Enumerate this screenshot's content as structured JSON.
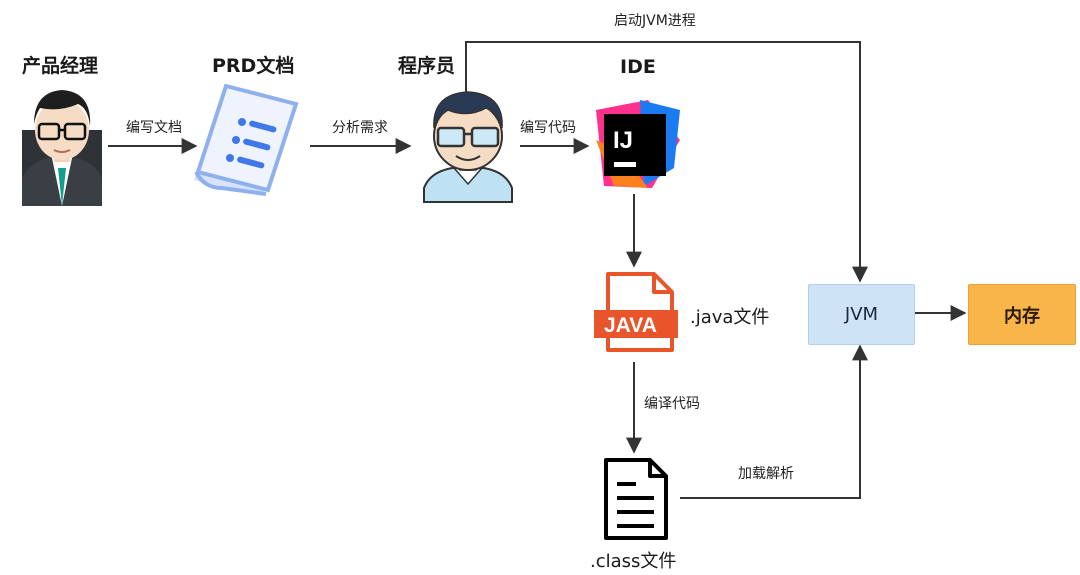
{
  "nodes": {
    "product_manager": "产品经理",
    "prd_doc": "PRD文档",
    "programmer": "程序员",
    "ide": "IDE",
    "java_file": ".java文件",
    "class_file": ".class文件",
    "jvm": "JVM",
    "memory": "内存"
  },
  "icons": {
    "ide_logo_text": "IJ",
    "java_badge_text": "JAVA"
  },
  "edges": {
    "write_doc": "编写文档",
    "analyze_req": "分析需求",
    "write_code": "编写代码",
    "start_jvm": "启动JVM进程",
    "compile_code": "编译代码",
    "load_parse": "加载解析"
  },
  "colors": {
    "jvm_box": "#cfe3f7",
    "memory_box": "#f7b54a",
    "java_icon": "#e8552b",
    "prd_icon": "#8eb0ee",
    "arrow": "#333333"
  }
}
